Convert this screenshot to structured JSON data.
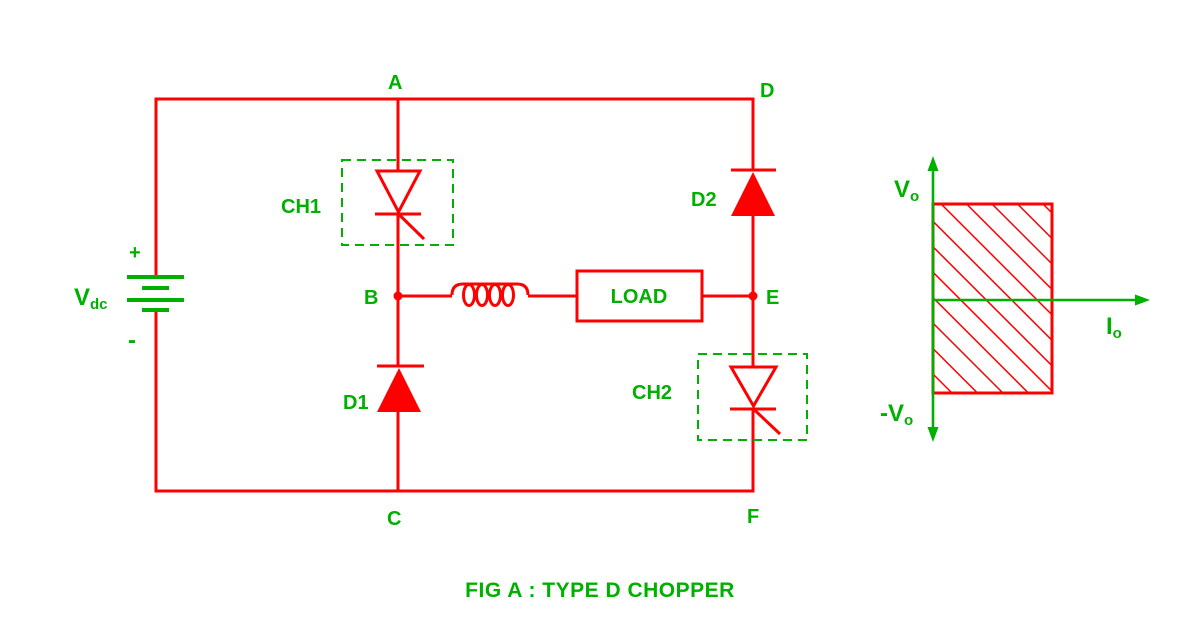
{
  "figure": {
    "caption": "FIG A : TYPE D CHOPPER"
  },
  "source": {
    "name": "V",
    "sub": "dc",
    "plus": "+",
    "minus": "-"
  },
  "nodes": {
    "a": "A",
    "b": "B",
    "c": "C",
    "d": "D",
    "e": "E",
    "f": "F"
  },
  "components": {
    "ch1": "CH1",
    "ch2": "CH2",
    "d1": "D1",
    "d2": "D2",
    "load": "LOAD"
  },
  "quadrant": {
    "v_pos": {
      "base": "V",
      "sub": "o"
    },
    "v_neg": {
      "base": "-V",
      "sub": "o"
    },
    "i": {
      "base": "I",
      "sub": "o"
    }
  },
  "colors": {
    "wire_red": "#ff0000",
    "label_green": "#00b000"
  }
}
